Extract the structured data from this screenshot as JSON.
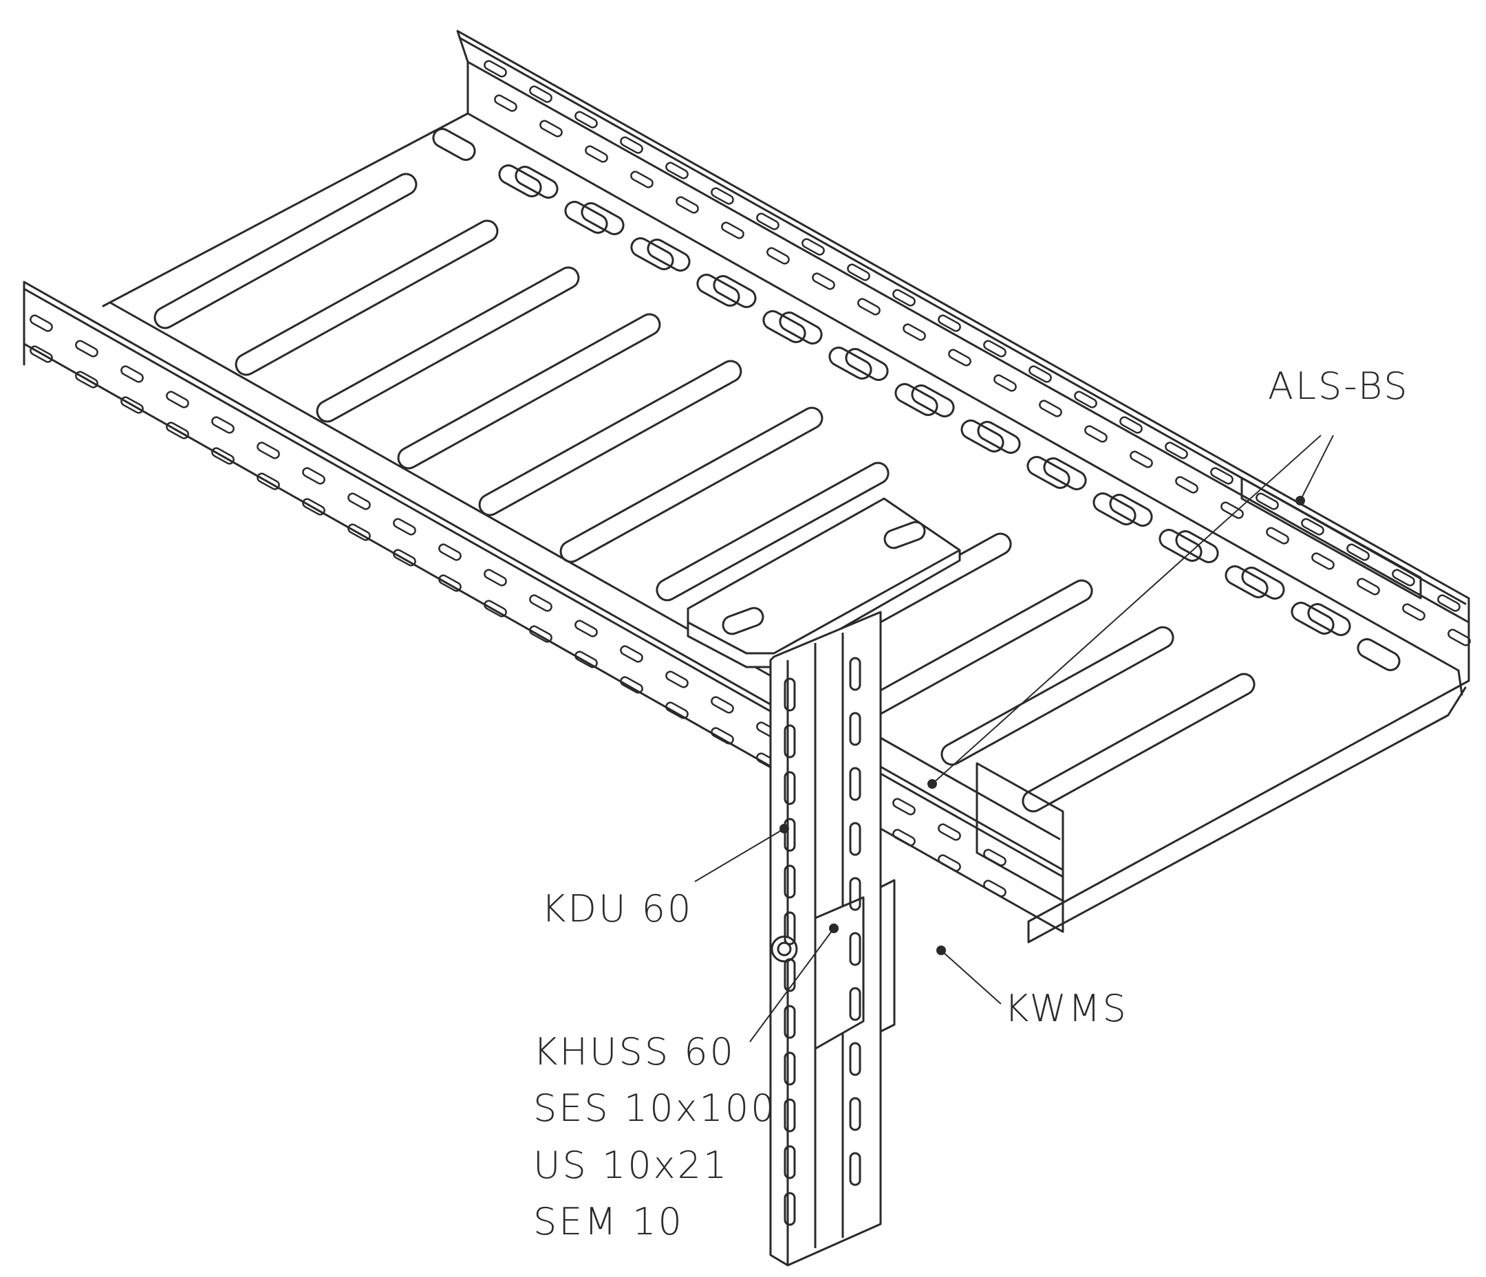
{
  "labels": {
    "als_bs": "ALS-BS",
    "kdu_60": "KDU 60",
    "kwms": "KWMS",
    "khuss_60": "KHUSS 60",
    "ses": "SES 10x100",
    "us": "US 10x21",
    "sem": "SEM 10"
  },
  "colors": {
    "ink": "#2a2a2a",
    "background": "#ffffff"
  }
}
